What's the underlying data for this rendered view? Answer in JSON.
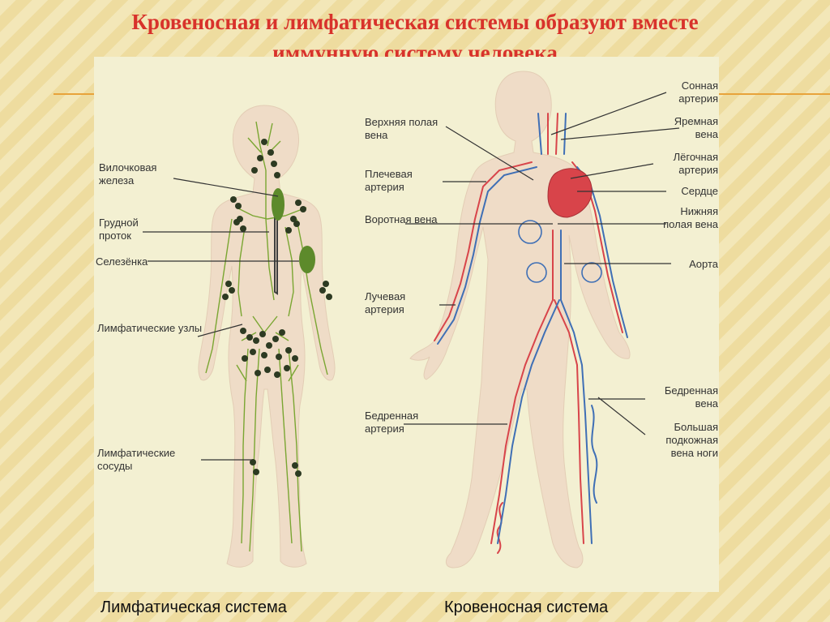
{
  "title": {
    "line1": "Кровеносная и лимфатическая системы образуют вместе",
    "line2": "иммунную систему человека"
  },
  "lymphatic": {
    "caption": "Лимфатическая система",
    "labels": {
      "thymus": "Вилочковая железа",
      "thoracic_duct": "Грудной проток",
      "spleen": "Селезёнка",
      "nodes": "Лимфатические узлы",
      "vessels": "Лимфатические сосуды"
    }
  },
  "circulatory": {
    "caption": "Кровеносная система",
    "labels": {
      "svc": "Верхняя полая вена",
      "brachial": "Плечевая артерия",
      "portal": "Воротная вена",
      "radial": "Лучевая артерия",
      "fem_artery": "Бедренная артерия",
      "carotid": "Сонная артерия",
      "jugular": "Яремная вена",
      "pulmonary": "Лёгочная артерия",
      "heart": "Сердце",
      "ivc": "Нижняя полая вена",
      "aorta": "Аорта",
      "fem_vein": "Бедренная вена",
      "saphenous": "Большая подкожная вена ноги"
    }
  },
  "colors": {
    "title": "#d8322b",
    "artery": "#d8444a",
    "vein": "#3f6fb5",
    "lymph": "#7aa632",
    "node": "#2d3a22",
    "organ": "#5d8a2b",
    "skin": "#efdcc7"
  }
}
